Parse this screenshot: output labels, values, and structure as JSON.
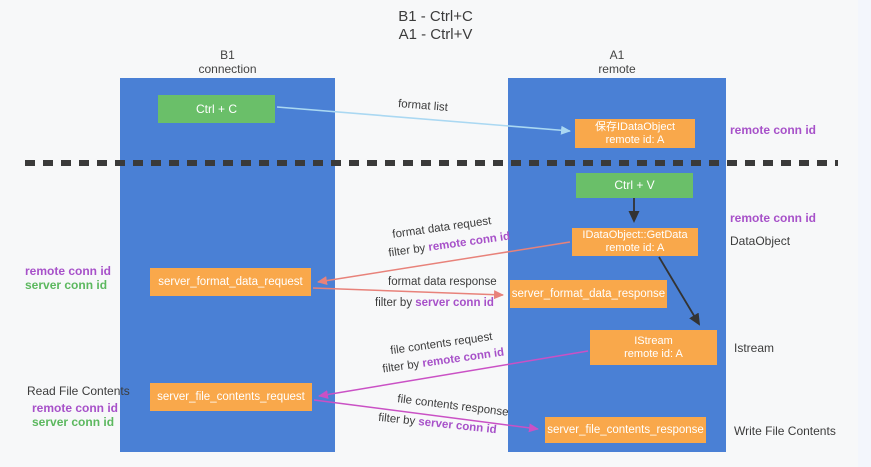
{
  "title": {
    "line1": "B1 - Ctrl+C",
    "line2": "A1 - Ctrl+V"
  },
  "columns": {
    "left": {
      "name": "B1",
      "subtitle": "connection"
    },
    "right": {
      "name": "A1",
      "subtitle": "remote"
    }
  },
  "nodes": {
    "ctrl_c": {
      "label": "Ctrl + C"
    },
    "save_idataobject": {
      "line1": "保存IDataObject",
      "line2": "remote id: A"
    },
    "ctrl_v": {
      "label": "Ctrl + V"
    },
    "getdata": {
      "line1": "IDataObject::GetData",
      "line2": "remote id: A"
    },
    "server_format_data_request": {
      "label": "server_format_data_request"
    },
    "server_format_data_response": {
      "label": "server_format_data_response"
    },
    "istream_node": {
      "line1": "IStream",
      "line2": "remote id: A"
    },
    "server_file_contents_request": {
      "label": "server_file_contents_request"
    },
    "server_file_contents_response": {
      "label": "server_file_contents_response"
    }
  },
  "terms": {
    "remote_conn_id": "remote conn id",
    "server_conn_id": "server conn id",
    "filter_by": "filter by "
  },
  "arrow_labels": {
    "format_list": "format list",
    "format_data_request": "format data request",
    "format_data_response": "format data response",
    "file_contents_request": "file contents request",
    "file_contents_response": "file contents response"
  },
  "side_labels": {
    "dataobject": "DataObject",
    "istream": "Istream",
    "read_file_contents": "Read File Contents",
    "write_file_contents": "Write File Contents"
  },
  "colors": {
    "column_blue": "#4a80d5",
    "node_green": "#6abf69",
    "node_orange": "#f9a84b",
    "arrow_lightblue": "#aad8f2",
    "arrow_salmon": "#e8827a",
    "arrow_magenta": "#ca51c5",
    "arrow_black": "#333333",
    "text_purple": "#a751c9",
    "text_green": "#5cb85f",
    "dashed_line": "#3a3a3a"
  }
}
